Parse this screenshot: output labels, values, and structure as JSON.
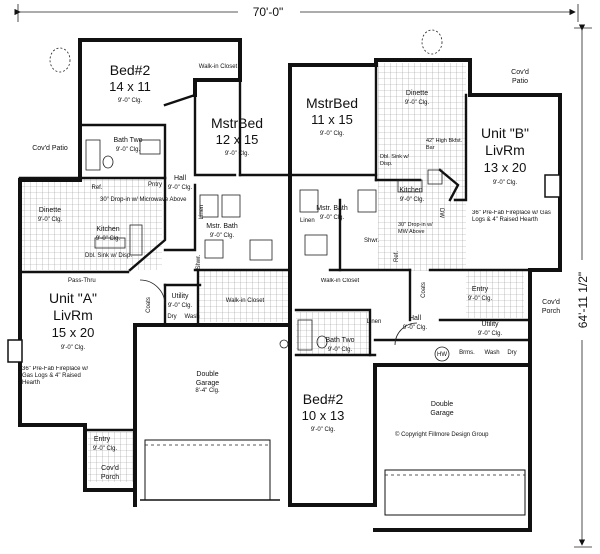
{
  "dimensions": {
    "width": "70'-0\"",
    "depth": "64'-11 1/2\""
  },
  "unit_a": {
    "title": "Unit \"A\"",
    "livrm": {
      "name": "LivRm",
      "size": "15 x 20",
      "clg": "9'-0\" Clg."
    },
    "fireplace": "36\" Pre-Fab Fireplace w/ Gas Logs & 4\" Raised Hearth",
    "bed2": {
      "name": "Bed#2",
      "size": "14 x 11",
      "clg": "9'-0\" Clg."
    },
    "walkin_top": "Walk-in Closet",
    "bath_two": {
      "name": "Bath Two",
      "clg": "9'-0\" Clg."
    },
    "covd_patio": "Cov'd Patio",
    "hall": {
      "name": "Hall",
      "clg": "9'-0\" Clg."
    },
    "mstrbed": {
      "name": "MstrBed",
      "size": "12 x 15",
      "clg": "9'-0\" Clg."
    },
    "ref": "Ref.",
    "pntry": "Pntry",
    "microwave": "30\" Drop-in w/ Microwave Above",
    "dinette": {
      "name": "Dinette",
      "clg": "9'-0\" Clg."
    },
    "kitchen": {
      "name": "Kitchen",
      "clg": "9'-0\" Clg."
    },
    "sink": "Dbl. Sink w/ Disp.",
    "pass_thru": "Pass-Thru",
    "linen": "Linen",
    "mstr_bath": {
      "name": "Mstr. Bath",
      "clg": "9'-0\" Clg."
    },
    "shwr": "Shwr.",
    "walkin_closet": "Walk-in Closet",
    "coats": "Coats",
    "utility": {
      "name": "Utility",
      "clg": "9'-0\" Clg."
    },
    "dry": "Dry",
    "wash": "Wash",
    "entry": {
      "name": "Entry",
      "clg": "9'-0\" Clg."
    },
    "covd_porch": "Cov'd Porch",
    "garage": {
      "name": "Double Garage",
      "clg": "8'-4\" Clg."
    }
  },
  "unit_b": {
    "title": "Unit \"B\"",
    "livrm": {
      "name": "LivRm",
      "size": "13 x 20",
      "clg": "9'-0\" Clg."
    },
    "fireplace": "36\" Pre-Fab Fireplace w/ Gas Logs & 4\" Raised Hearth",
    "mstrbed": {
      "name": "MstrBed",
      "size": "11 x 15",
      "clg": "9'-0\" Clg."
    },
    "dinette": {
      "name": "Dinette",
      "clg": "9'-0\" Clg."
    },
    "covd_patio": "Cov'd Patio",
    "bar": "42\" High Bkfst. Bar",
    "sink": "Dbl. Sink w/ Disp.",
    "kitchen": {
      "name": "Kitchen",
      "clg": "9'-0\" Clg."
    },
    "mstr_bath": {
      "name": "Mstr. Bath",
      "clg": "9'-0\" Clg."
    },
    "linen": "Linen",
    "shwr": "Shwr.",
    "microwave": "30\" Drop-in w/ MW Above",
    "ref": "Ref.",
    "walkin_closet": "Walk-in Closet",
    "coats": "Coats",
    "entry": {
      "name": "Entry",
      "clg": "9'-0\" Clg."
    },
    "covd_porch": "Cov'd Porch",
    "hall": {
      "name": "Hall",
      "clg": "9'-0\" Clg."
    },
    "utility": {
      "name": "Utility",
      "clg": "9'-0\" Clg."
    },
    "hw": "HW",
    "brms": "Brms.",
    "wash": "Wash",
    "dry": "Dry",
    "bath_two": {
      "name": "Bath Two",
      "clg": "9'-0\" Clg."
    },
    "bed2": {
      "name": "Bed#2",
      "size": "10 x 13",
      "clg": "9'-0\" Clg."
    },
    "garage": {
      "name": "Double Garage"
    },
    "dw": "DW"
  },
  "copyright": "© Copyright Fillmore Design Group"
}
